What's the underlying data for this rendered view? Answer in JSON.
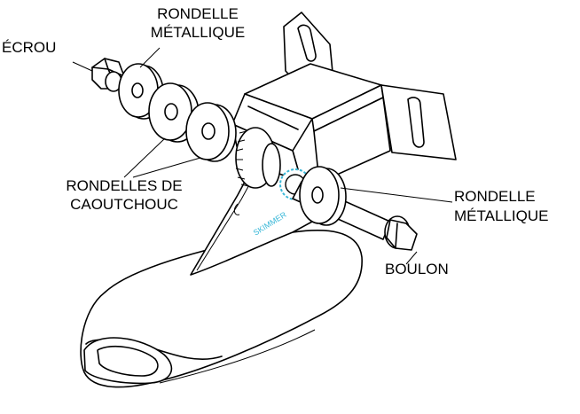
{
  "labels": {
    "nut": "ÉCROU",
    "metal_washer_top_1": "RONDELLE",
    "metal_washer_top_2": "MÉTALLIQUE",
    "rubber_washers_1": "RONDELLES DE",
    "rubber_washers_2": "CAOUTCHOUC",
    "metal_washer_right_1": "RONDELLE",
    "metal_washer_right_2": "MÉTALLIQUE",
    "bolt": "BOULON",
    "brand": "SKIMMER"
  },
  "colors": {
    "line": "#000000",
    "brand_text": "#3ab8d8",
    "gear_accent": "#3ab8d8"
  }
}
